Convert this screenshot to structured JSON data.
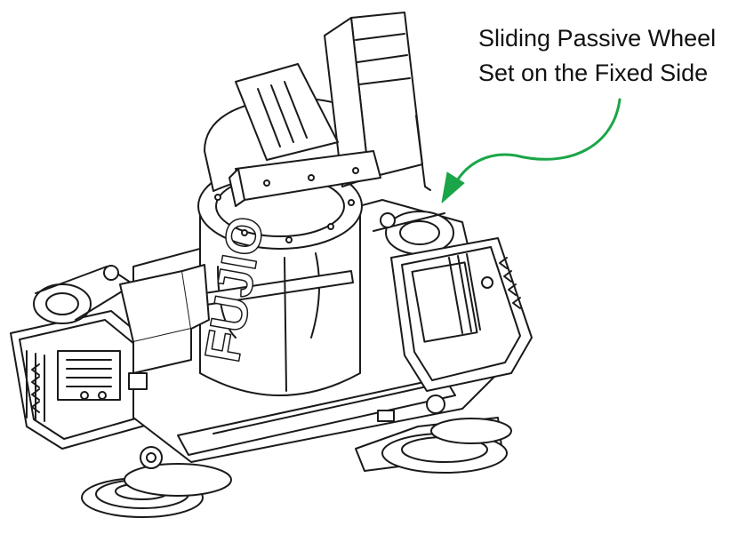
{
  "annotation": {
    "lines": [
      "Sliding Passive Wheel",
      "Set on the Fixed Side"
    ],
    "arrow_color": "#1aa648"
  },
  "robot": {
    "body_text": "FUJIO"
  },
  "colors": {
    "line": "#1a1a1a",
    "background": "#ffffff"
  }
}
